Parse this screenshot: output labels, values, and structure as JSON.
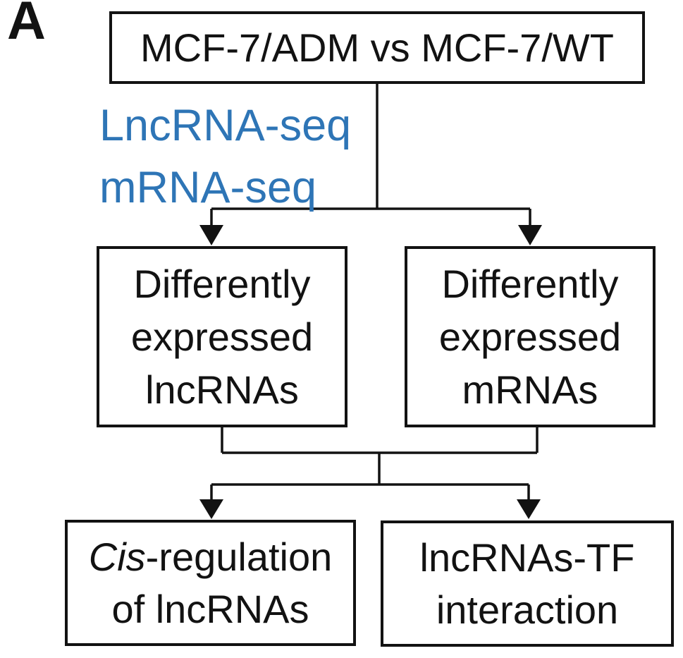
{
  "panel_label": "A",
  "colors": {
    "accent_blue": "#2E75B6",
    "ink": "#121212",
    "background": "#FFFFFF"
  },
  "flowchart": {
    "top_box": {
      "label": "MCF-7/ADM vs MCF-7/WT"
    },
    "method_labels": {
      "lines": [
        "LncRNA-seq",
        "mRNA-seq"
      ]
    },
    "middle_left_box": {
      "lines": [
        "Differently",
        "expressed",
        "lncRNAs"
      ]
    },
    "middle_right_box": {
      "lines": [
        "Differently",
        "expressed",
        "mRNAs"
      ]
    },
    "bottom_left_box": {
      "line1_italic": "Cis",
      "line1_rest": "-regulation",
      "line2": "of lncRNAs"
    },
    "bottom_right_box": {
      "lines": [
        "lncRNAs-TF",
        "interaction"
      ]
    }
  }
}
